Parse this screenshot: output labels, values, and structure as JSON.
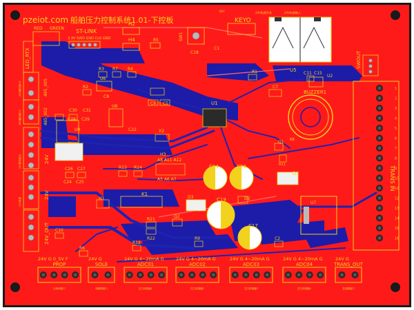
{
  "board": {
    "brand": "pzeiot.com",
    "title": "船舶压力控制系统1.01-下控板"
  },
  "colors": {
    "board": "#ff1a1a",
    "copper_bottom": "#1c1ca8",
    "silkscreen": "#f2d21c",
    "pad": "#b9b9b9",
    "frame": "#1a1a1a"
  },
  "top_left": {
    "led_labels": [
      "RED",
      "GREEN"
    ],
    "led_rtx": "LED_RTX",
    "stlink": {
      "title": "ST-LINK",
      "pins": "3.3V SWD GND CLK GND"
    },
    "h2": "H2",
    "h4": "H4",
    "r5": "R5",
    "sw1": "SW1",
    "c18": "C18",
    "keyo_small": "KEY",
    "keyo": "KEYO",
    "c1": "C1",
    "u5": "U5",
    "top_notes": [
      "24V电源开关",
      "24V电源输入"
    ]
  },
  "left_edge": {
    "r485": "485_005",
    "rs485_label": "RS485",
    "r485b": "485_002",
    "rs485b_label": "RS485",
    "v24": "24V",
    "v24b": "24V",
    "v24_out": "24V_OUT",
    "side_small": [
      "485通信接口1",
      "485通信接口2",
      "24V供电输出",
      "24V电源"
    ]
  },
  "components": [
    {
      "id": "R3",
      "label": "R3"
    },
    {
      "id": "R7",
      "label": "R7"
    },
    {
      "id": "R4",
      "label": "R4"
    },
    {
      "id": "R2",
      "label": "R2"
    },
    {
      "id": "U6",
      "label": "U6"
    },
    {
      "id": "C8",
      "label": "C8"
    },
    {
      "id": "U8",
      "label": "U8"
    },
    {
      "id": "C30",
      "label": "C30"
    },
    {
      "id": "C31",
      "label": "C31"
    },
    {
      "id": "C28",
      "label": "C28"
    },
    {
      "id": "C29",
      "label": "C29"
    },
    {
      "id": "U9",
      "label": "U9"
    },
    {
      "id": "C22",
      "label": "C22"
    },
    {
      "id": "C6",
      "label": "C6"
    },
    {
      "id": "C5",
      "label": "C5"
    },
    {
      "id": "U1",
      "label": "U1"
    },
    {
      "id": "R1",
      "label": "R1"
    },
    {
      "id": "C7",
      "label": "C7"
    },
    {
      "id": "C11",
      "label": "C11"
    },
    {
      "id": "C15",
      "label": "C15"
    },
    {
      "id": "U2",
      "label": "U2"
    },
    {
      "id": "BUZZER1",
      "label": "BUZZER1"
    },
    {
      "id": "Q1",
      "label": "Q1"
    },
    {
      "id": "R11",
      "label": "R11"
    },
    {
      "id": "R8",
      "label": "R8"
    },
    {
      "id": "X2",
      "label": "X2"
    },
    {
      "id": "H3",
      "label": "H3"
    },
    {
      "id": "C26",
      "label": "C26"
    },
    {
      "id": "C27",
      "label": "C27"
    },
    {
      "id": "C24",
      "label": "C24"
    },
    {
      "id": "C25",
      "label": "C25"
    },
    {
      "id": "R13",
      "label": "R13"
    },
    {
      "id": "R14",
      "label": "R14"
    },
    {
      "id": "C14",
      "label": "C14"
    },
    {
      "id": "C20",
      "label": "C20"
    },
    {
      "id": "D1",
      "label": "D1"
    },
    {
      "id": "H1",
      "label": "H1"
    },
    {
      "id": "K1",
      "label": "K1"
    },
    {
      "id": "D3",
      "label": "D3"
    },
    {
      "id": "C19",
      "label": "C19"
    },
    {
      "id": "D2",
      "label": "D2"
    },
    {
      "id": "U7",
      "label": "U7"
    },
    {
      "id": "C10",
      "label": "C10"
    },
    {
      "id": "R21",
      "label": "R21"
    },
    {
      "id": "R22",
      "label": "R22"
    },
    {
      "id": "Q2",
      "label": "Q2"
    },
    {
      "id": "C17",
      "label": "C17"
    },
    {
      "id": "R6",
      "label": "R6"
    },
    {
      "id": "R12",
      "label": "R12"
    },
    {
      "id": "R9",
      "label": "R9"
    },
    {
      "id": "C2",
      "label": "C2"
    }
  ],
  "h3_pins": {
    "top": "A8  A11  A12",
    "bottom": "A5  A6  A7"
  },
  "right_edge": {
    "trans_in": "TRANS IN",
    "swout": "SWOUT",
    "pin_numbers": [
      "1",
      "2",
      "3",
      "4",
      "5",
      "6",
      "7",
      "8",
      "9",
      "10",
      "11",
      "12",
      "13",
      "14",
      "15",
      "16"
    ]
  },
  "bottom_connectors": [
    {
      "name": "PROP",
      "pins": "24V  G  0_5V  F",
      "note": "比例阀接口"
    },
    {
      "name": "SOLE",
      "pins": "24V  G",
      "note": "电磁阀接口"
    },
    {
      "name": "ADC01",
      "pins": "24V  G  4~20mA  G",
      "note": "压力传感器1"
    },
    {
      "name": "ADC02",
      "pins": "24V  G  4~20mA  G",
      "note": "压力传感器2"
    },
    {
      "name": "ADC03",
      "pins": "24V  G  4~20mA  G",
      "note": "压力传感器3"
    },
    {
      "name": "ADC04",
      "pins": "24V  G  4~20mA  G",
      "note": "压力传感器4"
    },
    {
      "name": "TRANS_OUT",
      "pins": "24V  G",
      "note": "变送器接口"
    }
  ]
}
